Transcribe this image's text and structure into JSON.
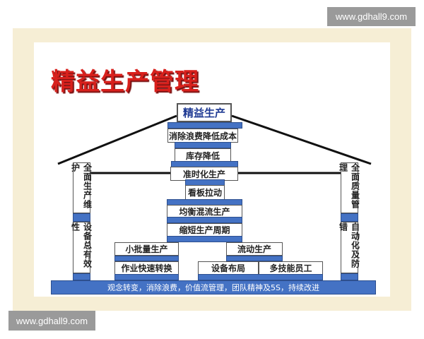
{
  "watermark_top": "www.gdhall9.com",
  "watermark_bottom": "www.gdhall9.com",
  "title": "精益生产管理",
  "roof": "精益生产",
  "goals": [
    "消除浪费降低成本",
    "库存降低",
    "准时化生产",
    "看板拉动",
    "均衡混流生产",
    "缩短生产周期"
  ],
  "left_block": [
    "小批量生产",
    "作业快速转换"
  ],
  "right_block": {
    "top": "流动生产",
    "bottom": [
      "设备布局",
      "多技能员工"
    ]
  },
  "left_pillar": [
    "全面生产维护",
    "设备总有效性"
  ],
  "right_pillar": [
    "全面质量管理",
    "自动化及防错"
  ],
  "foundation": "观念转变，消除浪费，价值流管理，团队精神及5S，持续改进",
  "colors": {
    "blue": "#4472c4",
    "title_red": "#d8201c",
    "roof_text": "#1f3a93"
  }
}
